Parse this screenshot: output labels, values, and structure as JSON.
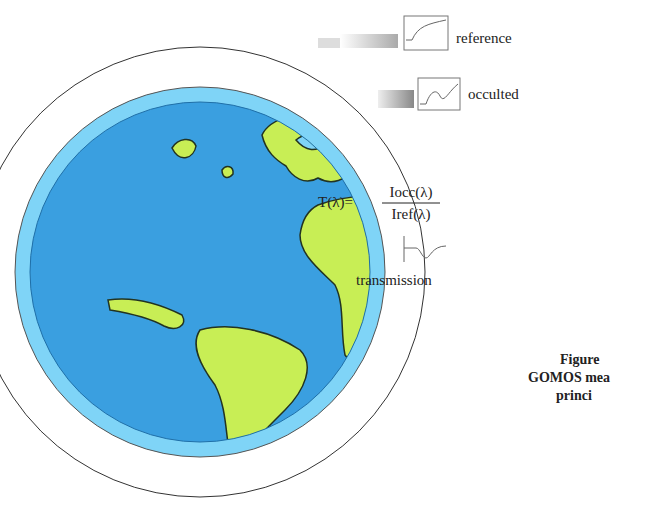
{
  "diagram": {
    "labels": [
      "reference",
      "occulted",
      "T(λ)=",
      "Iocc(λ)",
      "Iref(λ)",
      "transmission",
      "Figure",
      "GOMOS mea",
      "princi"
    ]
  }
}
